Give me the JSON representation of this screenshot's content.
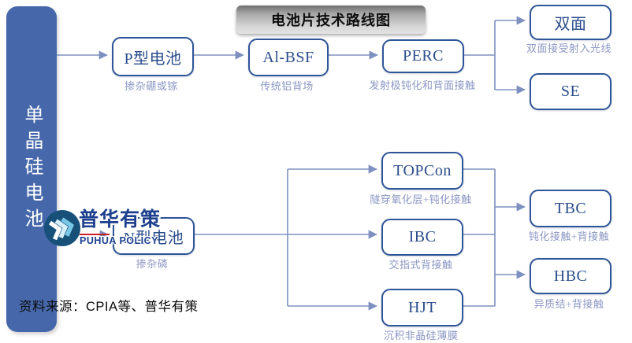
{
  "title": "电池片技术路线图",
  "root": {
    "label": "单晶硅电池"
  },
  "nodes": [
    {
      "id": "p",
      "label": "P型电池",
      "note": "掺杂硼或镓"
    },
    {
      "id": "albsf",
      "label": "Al-BSF",
      "note": "传统铝背场"
    },
    {
      "id": "perc",
      "label": "PERC",
      "note": "发射极钝化和背面接触"
    },
    {
      "id": "bifacial",
      "label": "双面",
      "note": "双面接受射入光线"
    },
    {
      "id": "se",
      "label": "SE",
      "note": ""
    },
    {
      "id": "n",
      "label": "N型电池",
      "note": "掺杂磷"
    },
    {
      "id": "topcon",
      "label": "TOPCon",
      "note": "隧穿氧化层+钝化接触"
    },
    {
      "id": "ibc",
      "label": "IBC",
      "note": "交指式背接触"
    },
    {
      "id": "hjt",
      "label": "HJT",
      "note": "沉积非晶硅薄膜"
    },
    {
      "id": "tbc",
      "label": "TBC",
      "note": "钝化接触+背接触"
    },
    {
      "id": "hbc",
      "label": "HBC",
      "note": "异质结+背接触"
    }
  ],
  "edges": [
    "单晶硅电池→P型电池",
    "P型电池→Al-BSF",
    "Al-BSF→PERC",
    "PERC→双面",
    "PERC→SE",
    "单晶硅电池→N型电池",
    "N型电池→TOPCon",
    "N型电池→IBC",
    "N型电池→HJT",
    "TOPCon→TBC",
    "IBC→TBC",
    "HJT→TBC",
    "TOPCon→HBC",
    "IBC→HBC",
    "HJT→HBC"
  ],
  "watermark": {
    "cn": "普华有策",
    "en": "PUHUA POLICY"
  },
  "source": "资料来源：CPIA等、普华有策",
  "colors": {
    "root_bar": "#4668ab",
    "node_border": "#2e5597",
    "node_text": "#2b4d8c",
    "note_text": "#8b97c3",
    "wire": "#7e90c0",
    "title_text": "#0d0d0d",
    "logo_blue": "#1c3f8e",
    "logo_circle": "#175079",
    "logo_red": "#cc2020"
  }
}
